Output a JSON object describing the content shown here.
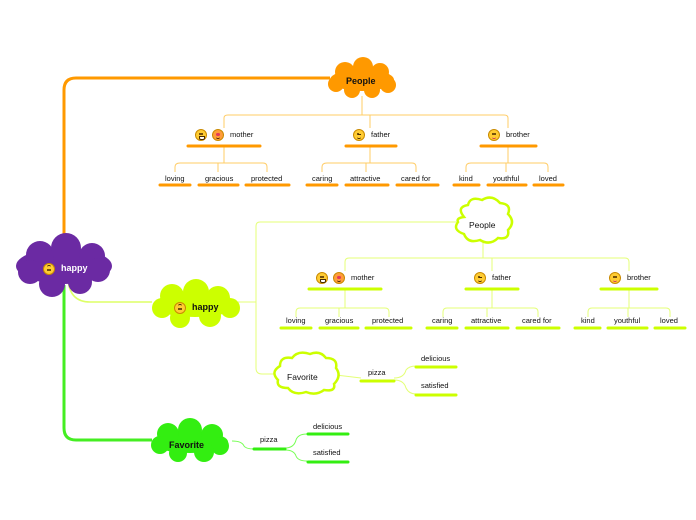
{
  "root": {
    "label": "happy",
    "icon": "upside-down-face-icon",
    "color": "#6b2aa3"
  },
  "branch_people": {
    "label": "People",
    "color": "#ff9900",
    "members": [
      {
        "name": "mother",
        "icons": [
          "grinning-face-icon",
          "hearts-face-icon"
        ],
        "traits": [
          "loving",
          "gracious",
          "protected"
        ]
      },
      {
        "name": "father",
        "icons": [
          "winking-face-icon"
        ],
        "traits": [
          "caring",
          "attractive",
          "cared for"
        ]
      },
      {
        "name": "brother",
        "icons": [
          "tongue-face-icon"
        ],
        "traits": [
          "kind",
          "youthful",
          "loved"
        ]
      }
    ]
  },
  "branch_happy": {
    "label": "happy",
    "icon": "upside-down-face-icon",
    "color": "#ccff00",
    "people": {
      "label": "People",
      "members": [
        {
          "name": "mother",
          "icons": [
            "grinning-face-icon",
            "hearts-face-icon"
          ],
          "traits": [
            "loving",
            "gracious",
            "protected"
          ]
        },
        {
          "name": "father",
          "icons": [
            "winking-face-icon"
          ],
          "traits": [
            "caring",
            "attractive",
            "cared for"
          ]
        },
        {
          "name": "brother",
          "icons": [
            "tongue-face-icon"
          ],
          "traits": [
            "kind",
            "youthful",
            "loved"
          ]
        }
      ]
    },
    "favorite": {
      "label": "Favorite",
      "item": "pizza",
      "qualities": [
        "delicious",
        "satisfied"
      ]
    }
  },
  "branch_favorite": {
    "label": "Favorite",
    "color": "#33ee11",
    "item": "pizza",
    "qualities": [
      "delicious",
      "satisfied"
    ]
  }
}
